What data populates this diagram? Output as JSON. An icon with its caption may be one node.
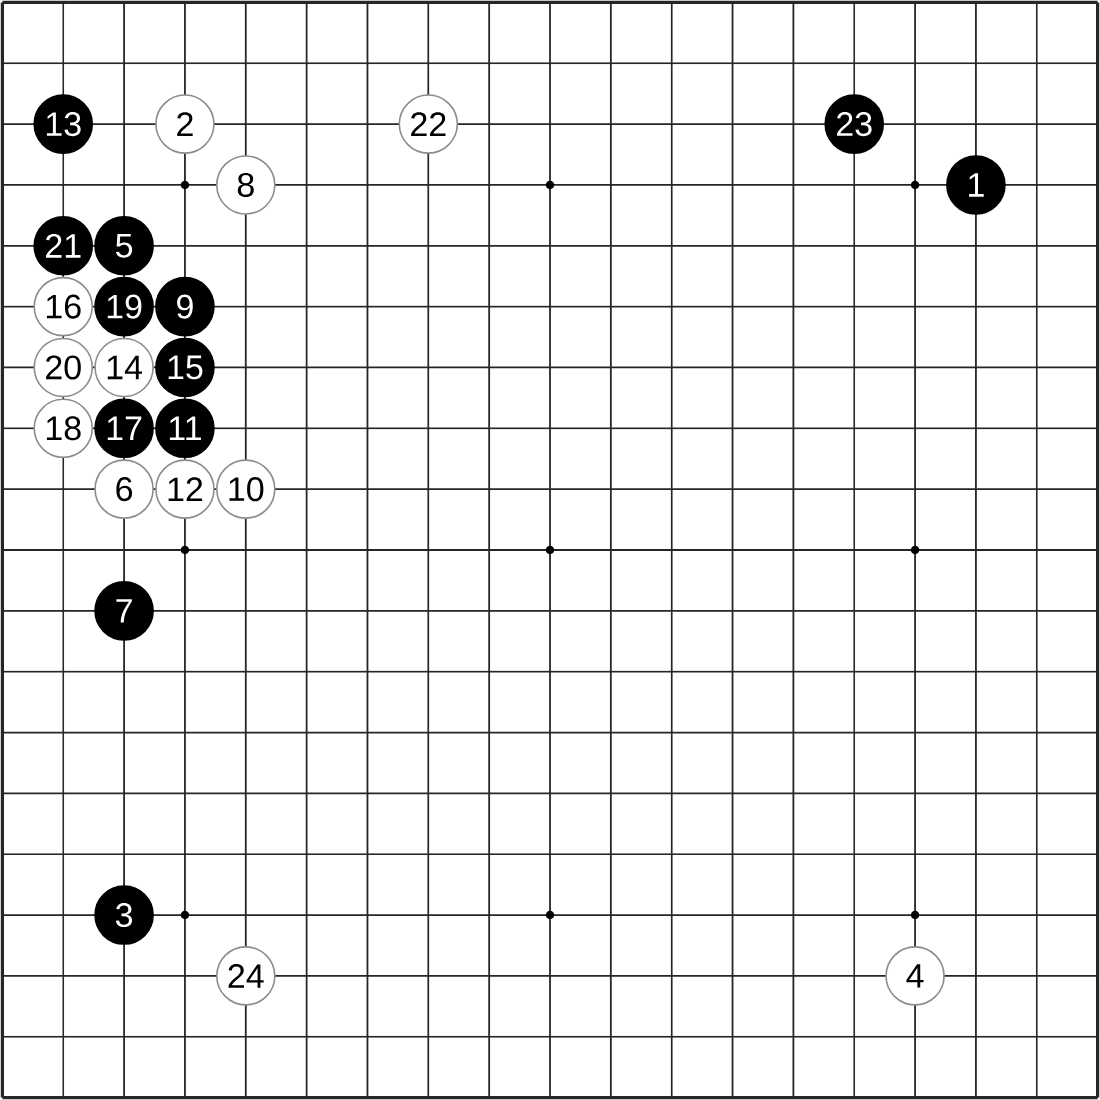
{
  "diagram": {
    "nodes": [
      {
        "text": [
          "13"
        ]
      },
      {
        "text": [
          "2"
        ]
      },
      {
        "text": [
          "22"
        ]
      },
      {
        "text": [
          "23"
        ]
      },
      {
        "text": [
          "8"
        ]
      },
      {
        "text": [
          "1"
        ]
      },
      {
        "text": [
          "21"
        ]
      },
      {
        "text": [
          "5"
        ]
      },
      {
        "text": [
          "16"
        ]
      },
      {
        "text": [
          "19"
        ]
      },
      {
        "text": [
          "9"
        ]
      },
      {
        "text": [
          "20"
        ]
      },
      {
        "text": [
          "14"
        ]
      },
      {
        "text": [
          "15"
        ]
      },
      {
        "text": [
          "18"
        ]
      },
      {
        "text": [
          "17"
        ]
      },
      {
        "text": [
          "11"
        ]
      },
      {
        "text": [
          "6"
        ]
      },
      {
        "text": [
          "12"
        ]
      },
      {
        "text": [
          "10"
        ]
      },
      {
        "text": [
          "7"
        ]
      },
      {
        "text": [
          "3"
        ]
      },
      {
        "text": [
          "24"
        ]
      },
      {
        "text": [
          "4"
        ]
      }
    ]
  }
}
